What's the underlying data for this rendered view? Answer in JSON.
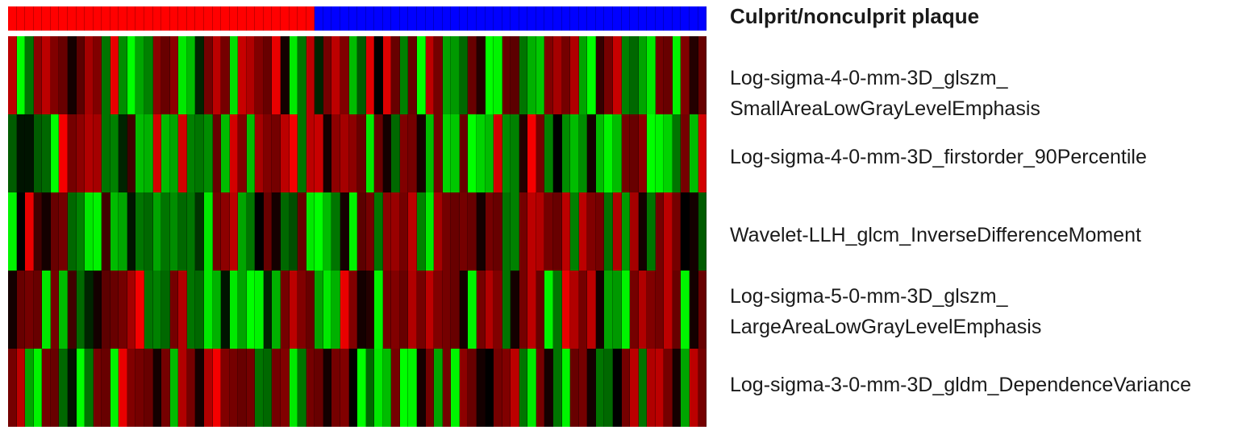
{
  "chart_data": {
    "type": "heatmap",
    "columns": 82,
    "cell_color_negative": "#00ff00",
    "cell_color_zero": "#000000",
    "cell_color_positive": "#ff0000",
    "value_range": [
      -1,
      1
    ],
    "annotation_row": {
      "label": "Culprit/nonculprit plaque",
      "groups": [
        {
          "name": "culprit",
          "color": "#ff0000",
          "columns": 36
        },
        {
          "name": "nonculprit",
          "color": "#0000ff",
          "columns": 46
        }
      ]
    },
    "rows": [
      {
        "label_lines": [
          "Log-sigma-4-0-mm-3D_glszm_",
          "SmallAreaLowGrayLevelEmphasis"
        ],
        "values": [
          0.7,
          -1,
          -0.4,
          0.5,
          0.7,
          0.45,
          0.35,
          0.05,
          0.3,
          0.6,
          0.45,
          -0.4,
          0.9,
          -0.5,
          -1,
          -0.6,
          -0.45,
          0.5,
          0.35,
          0.5,
          -0.9,
          -0.7,
          -0.1,
          0.4,
          0.7,
          0.4,
          -0.85,
          0.75,
          0.65,
          0.45,
          0.35,
          0.9,
          0.05,
          -0.9,
          -0.4,
          0.7,
          -0.1,
          0.4,
          0.7,
          0.45,
          -0.7,
          -0.3,
          0.85,
          0,
          0.85,
          0.35,
          -0.45,
          0.35,
          -1,
          0.7,
          0.4,
          -0.6,
          -0.55,
          -0.35,
          0.35,
          0.1,
          -1,
          -0.95,
          0.35,
          0.3,
          -0.4,
          -0.65,
          -0.75,
          0.45,
          0.6,
          0.4,
          0.65,
          -0.6,
          -1,
          0.15,
          0.4,
          0.75,
          -0.45,
          -0.35,
          -0.6,
          -0.9,
          0.4,
          0.35,
          -0.95,
          0.45,
          0.1,
          0.35
        ]
      },
      {
        "label_lines": [
          "Log-sigma-4-0-mm-3D_firstorder_90Percentile"
        ],
        "values": [
          -0.3,
          -0.05,
          -0.05,
          -0.3,
          -0.35,
          -1,
          0.95,
          0.4,
          0.5,
          0.65,
          0.6,
          -0.4,
          -0.45,
          -0.1,
          0.2,
          -0.7,
          -0.65,
          0.8,
          -0.7,
          -0.6,
          0.8,
          -0.45,
          -0.4,
          -0.5,
          0.35,
          -0.7,
          0.8,
          0.45,
          -0.7,
          0.6,
          0.45,
          0.4,
          0.7,
          0.95,
          -0.4,
          0.7,
          0.75,
          0.05,
          0.5,
          0.6,
          0.5,
          0.35,
          -0.9,
          0.35,
          0.05,
          -0.35,
          0.45,
          0.4,
          0.05,
          -0.7,
          0.4,
          -0.8,
          -0.75,
          0.35,
          -1,
          -0.8,
          -0.7,
          0.8,
          -0.5,
          -0.45,
          0.1,
          0.95,
          0.4,
          -0.45,
          0,
          -0.5,
          -0.7,
          -0.5,
          0.05,
          -0.7,
          -0.95,
          -0.7,
          0.4,
          0.35,
          0.5,
          -1,
          -0.95,
          -0.8,
          -0.4,
          0.4,
          -0.7,
          0.8
        ]
      },
      {
        "label_lines": [
          "Wavelet-LLH_glcm_InverseDifferenceMoment"
        ],
        "values": [
          -0.95,
          0,
          0.9,
          0.2,
          0.05,
          0.35,
          0.4,
          -0.35,
          -0.45,
          -0.9,
          -0.95,
          0.2,
          -0.7,
          -0.6,
          -0.05,
          -0.4,
          -0.35,
          -0.6,
          -0.4,
          -0.5,
          -0.35,
          -0.4,
          -0.15,
          -0.9,
          0.4,
          0.5,
          0.7,
          -0.6,
          -0.4,
          0,
          0.35,
          0.05,
          -0.35,
          -0.25,
          0.35,
          -0.9,
          -1,
          -0.7,
          -0.4,
          0.05,
          -0.95,
          0.3,
          0.4,
          -0.4,
          0.5,
          0.55,
          0.4,
          0.7,
          -0.45,
          -0.9,
          0.6,
          0.4,
          0.35,
          0.4,
          0.35,
          0.05,
          0.4,
          0.35,
          -0.4,
          -0.45,
          0.4,
          0.7,
          0.65,
          0.4,
          0.35,
          0.7,
          -0.45,
          0.7,
          0.45,
          0.4,
          -0.4,
          0.65,
          -0.55,
          0.6,
          0.05,
          -0.4,
          0.4,
          0.7,
          0.4,
          0,
          0.05,
          -0.3
        ]
      },
      {
        "label_lines": [
          "Log-sigma-5-0-mm-3D_glszm_",
          "LargeAreaLowGrayLevelEmphasis"
        ],
        "values": [
          0.05,
          0.35,
          0.4,
          0.35,
          -0.9,
          0.4,
          -0.7,
          0.2,
          -0.35,
          -0.1,
          0.05,
          0.3,
          0.35,
          0.4,
          0.6,
          0.95,
          -0.4,
          -0.45,
          -0.35,
          0.4,
          0.65,
          -0.4,
          -0.35,
          -0.9,
          -0.65,
          -0.05,
          -0.9,
          -0.6,
          -1,
          -0.95,
          -0.1,
          -0.65,
          0.4,
          0.7,
          0.45,
          0.35,
          -0.6,
          -0.9,
          -0.65,
          0.9,
          0.45,
          0.05,
          0.1,
          -0.95,
          0.4,
          0.45,
          0.35,
          0.65,
          0.4,
          0.7,
          0.45,
          0.4,
          0.35,
          0.05,
          -0.95,
          0.4,
          0.65,
          0.45,
          -0.4,
          0.05,
          0.4,
          0.7,
          0.35,
          -0.95,
          -0.4,
          0.9,
          0.65,
          0.4,
          0.7,
          0.05,
          -0.6,
          -0.55,
          -0.95,
          0.4,
          0.65,
          0.45,
          0.4,
          0.7,
          0.35,
          -0.95,
          0.05,
          0.35
        ]
      },
      {
        "label_lines": [
          "Log-sigma-3-0-mm-3D_gldm_DependenceVariance"
        ],
        "values": [
          0.4,
          0.7,
          -0.6,
          -0.95,
          0.4,
          0.35,
          -0.35,
          -0.05,
          -1,
          -0.4,
          0.4,
          0.35,
          -0.95,
          0.9,
          0.45,
          0.4,
          0.35,
          0.05,
          0.4,
          -0.7,
          0.65,
          0.4,
          0.05,
          0.65,
          0.95,
          0.45,
          0.4,
          0.35,
          0.4,
          -0.4,
          -0.35,
          0.4,
          0.45,
          -0.9,
          -0.4,
          0.4,
          0.35,
          0.05,
          0.4,
          0.45,
          0,
          -1,
          -0.35,
          -0.9,
          -0.7,
          0.4,
          -1,
          -0.95,
          0.05,
          0.4,
          -0.6,
          0.4,
          -0.95,
          0.5,
          0.35,
          0.05,
          0,
          0.4,
          0.45,
          0.7,
          -0.4,
          -0.9,
          0.4,
          0.05,
          -0.4,
          -0.95,
          0.35,
          0.4,
          0.05,
          -0.4,
          -0.35,
          0,
          0.4,
          0.7,
          -0.4,
          0.65,
          0.7,
          0.4,
          0.05,
          -0.6,
          0.7,
          0.4
        ]
      }
    ]
  }
}
